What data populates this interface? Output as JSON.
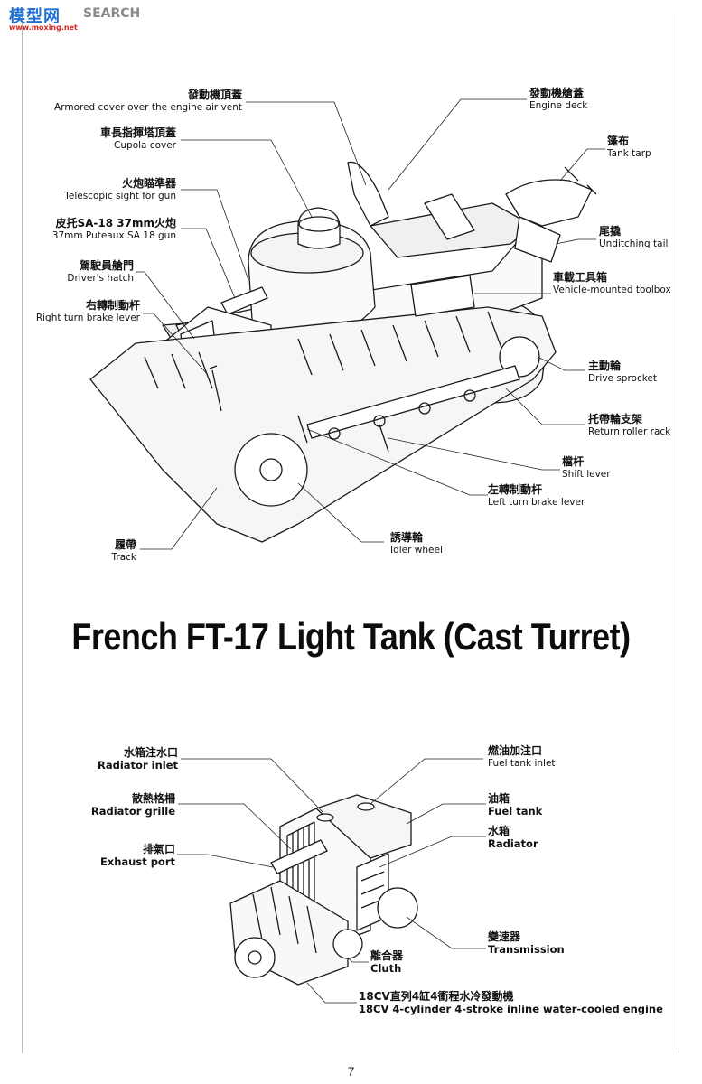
{
  "watermark": {
    "site_name": "模型网",
    "search_label": "SEARCH",
    "url": "www.moxing.net"
  },
  "tank_callouts": [
    {
      "id": "engine-vent",
      "zh": "發動機頂蓋",
      "en": "Armored cover over the engine air vent"
    },
    {
      "id": "cupola",
      "zh": "車長指揮塔頂蓋",
      "en": "Cupola cover"
    },
    {
      "id": "sight",
      "zh": "火炮瞄準器",
      "en": "Telescopic sight for gun"
    },
    {
      "id": "gun",
      "zh": "皮托SA-18  37mm火炮",
      "en": "37mm Puteaux SA 18 gun"
    },
    {
      "id": "driver-hatch",
      "zh": "駕駛員艙門",
      "en": "Driver's hatch"
    },
    {
      "id": "right-brake",
      "zh": "右轉制動杆",
      "en": "Right turn brake lever"
    },
    {
      "id": "engine-deck",
      "zh": "發動機艙蓋",
      "en": "Engine deck"
    },
    {
      "id": "tarp",
      "zh": "篷布",
      "en": "Tank tarp"
    },
    {
      "id": "tail",
      "zh": "尾撬",
      "en": "Unditching tail"
    },
    {
      "id": "toolbox",
      "zh": "車載工具箱",
      "en": "Vehicle-mounted toolbox"
    },
    {
      "id": "sprocket",
      "zh": "主動輪",
      "en": "Drive sprocket"
    },
    {
      "id": "roller-rack",
      "zh": "托帶輪支架",
      "en": "Return roller rack"
    },
    {
      "id": "shift-lever",
      "zh": "檔杆",
      "en": "Shift lever"
    },
    {
      "id": "left-brake",
      "zh": "左轉制動杆",
      "en": "Left turn brake lever"
    },
    {
      "id": "idler",
      "zh": "誘導輪",
      "en": "Idler wheel"
    },
    {
      "id": "track",
      "zh": "履帶",
      "en": "Track"
    }
  ],
  "title": "French FT-17 Light Tank (Cast Turret)",
  "engine_callouts": [
    {
      "id": "radiator-inlet",
      "zh": "水箱注水口",
      "en": "Radiator inlet"
    },
    {
      "id": "radiator-grille",
      "zh": "散熱格柵",
      "en": "Radiator grille"
    },
    {
      "id": "exhaust",
      "zh": "排氣口",
      "en": "Exhaust port"
    },
    {
      "id": "fuel-inlet",
      "zh": "燃油加注口",
      "en": "Fuel tank inlet"
    },
    {
      "id": "fuel-tank",
      "zh": "油箱",
      "en": "Fuel tank"
    },
    {
      "id": "radiator",
      "zh": "水箱",
      "en": "Radiator"
    },
    {
      "id": "transmission",
      "zh": "變速器",
      "en": "Transmission"
    },
    {
      "id": "clutch",
      "zh": "離合器",
      "en": "Cluth"
    },
    {
      "id": "engine",
      "zh": "18CV直列4缸4衝程水冷發動機",
      "en": "18CV 4-cylinder 4-stroke inline water-cooled engine"
    }
  ],
  "page_number": "7",
  "colors": {
    "watermark_blue": "#1f6fd0",
    "watermark_red": "#d7261e",
    "line": "#1a1a1a"
  }
}
